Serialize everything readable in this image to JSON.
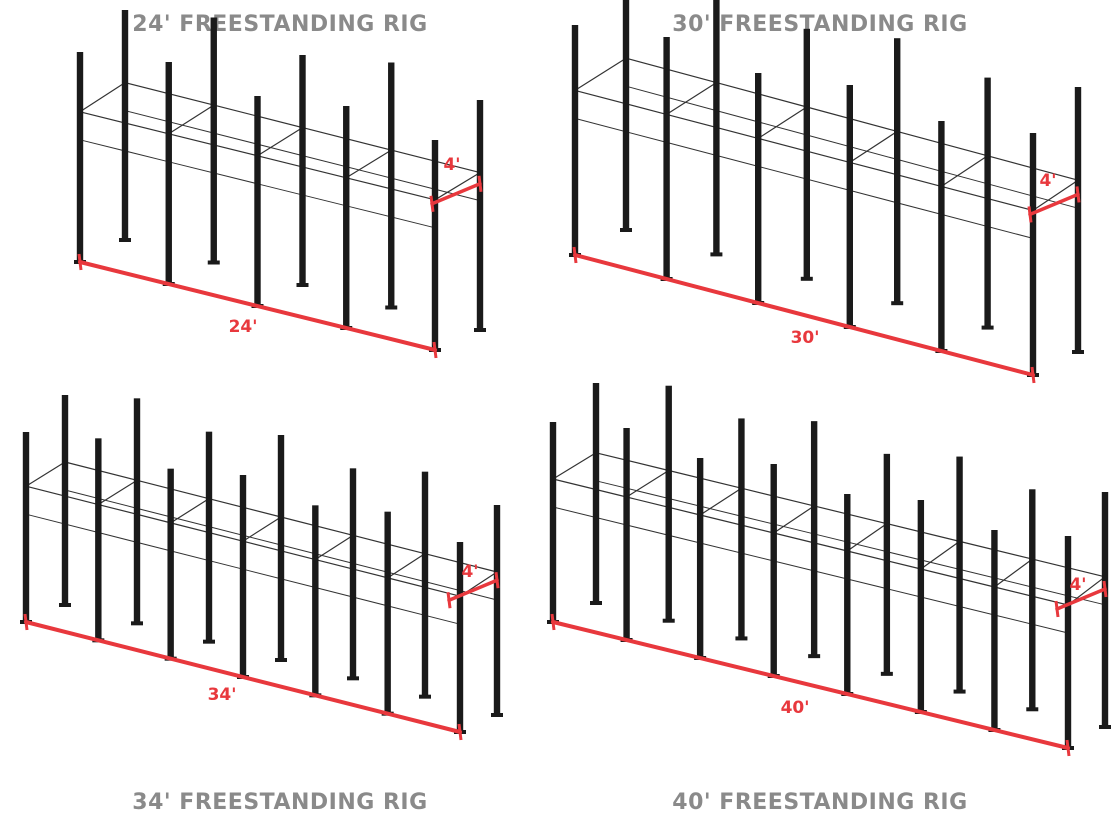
{
  "accent_color": "#e8383d",
  "title_color": "#8a8a8a",
  "post_color": "#1a1a1a",
  "frame_color": "#333333",
  "rigs": [
    {
      "title": "24' FREESTANDING RIG",
      "length_label": "24'",
      "depth_label": "4'",
      "bays": 4
    },
    {
      "title": "30' FREESTANDING RIG",
      "length_label": "30'",
      "depth_label": "4'",
      "bays": 5
    },
    {
      "title": "34' FREESTANDING RIG",
      "length_label": "34'",
      "depth_label": "4'",
      "bays": 6
    },
    {
      "title": "40' FREESTANDING RIG",
      "length_label": "40'",
      "depth_label": "4'",
      "bays": 7
    }
  ]
}
